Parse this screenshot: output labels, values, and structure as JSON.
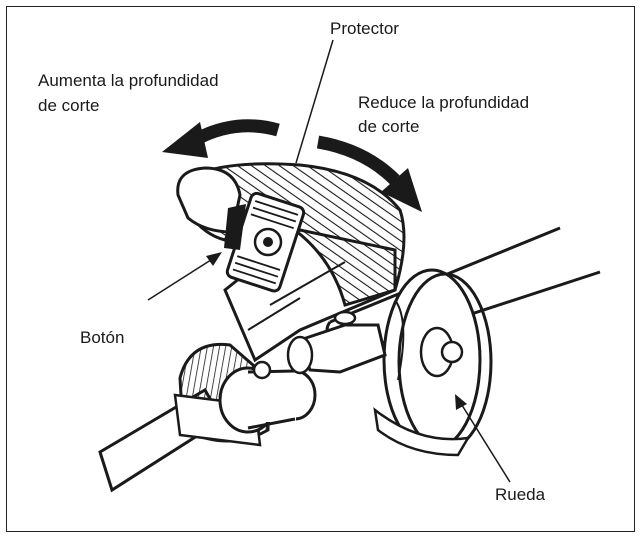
{
  "labels": {
    "protector": "Protector",
    "increase_line1": "Aumenta la profundidad",
    "increase_line2": "de corte",
    "reduce_line1": "Reduce la profundidad",
    "reduce_line2": "de corte",
    "button": "Botón",
    "wheel": "Rueda"
  },
  "colors": {
    "ink": "#1a1a1a",
    "background": "#ffffff"
  }
}
